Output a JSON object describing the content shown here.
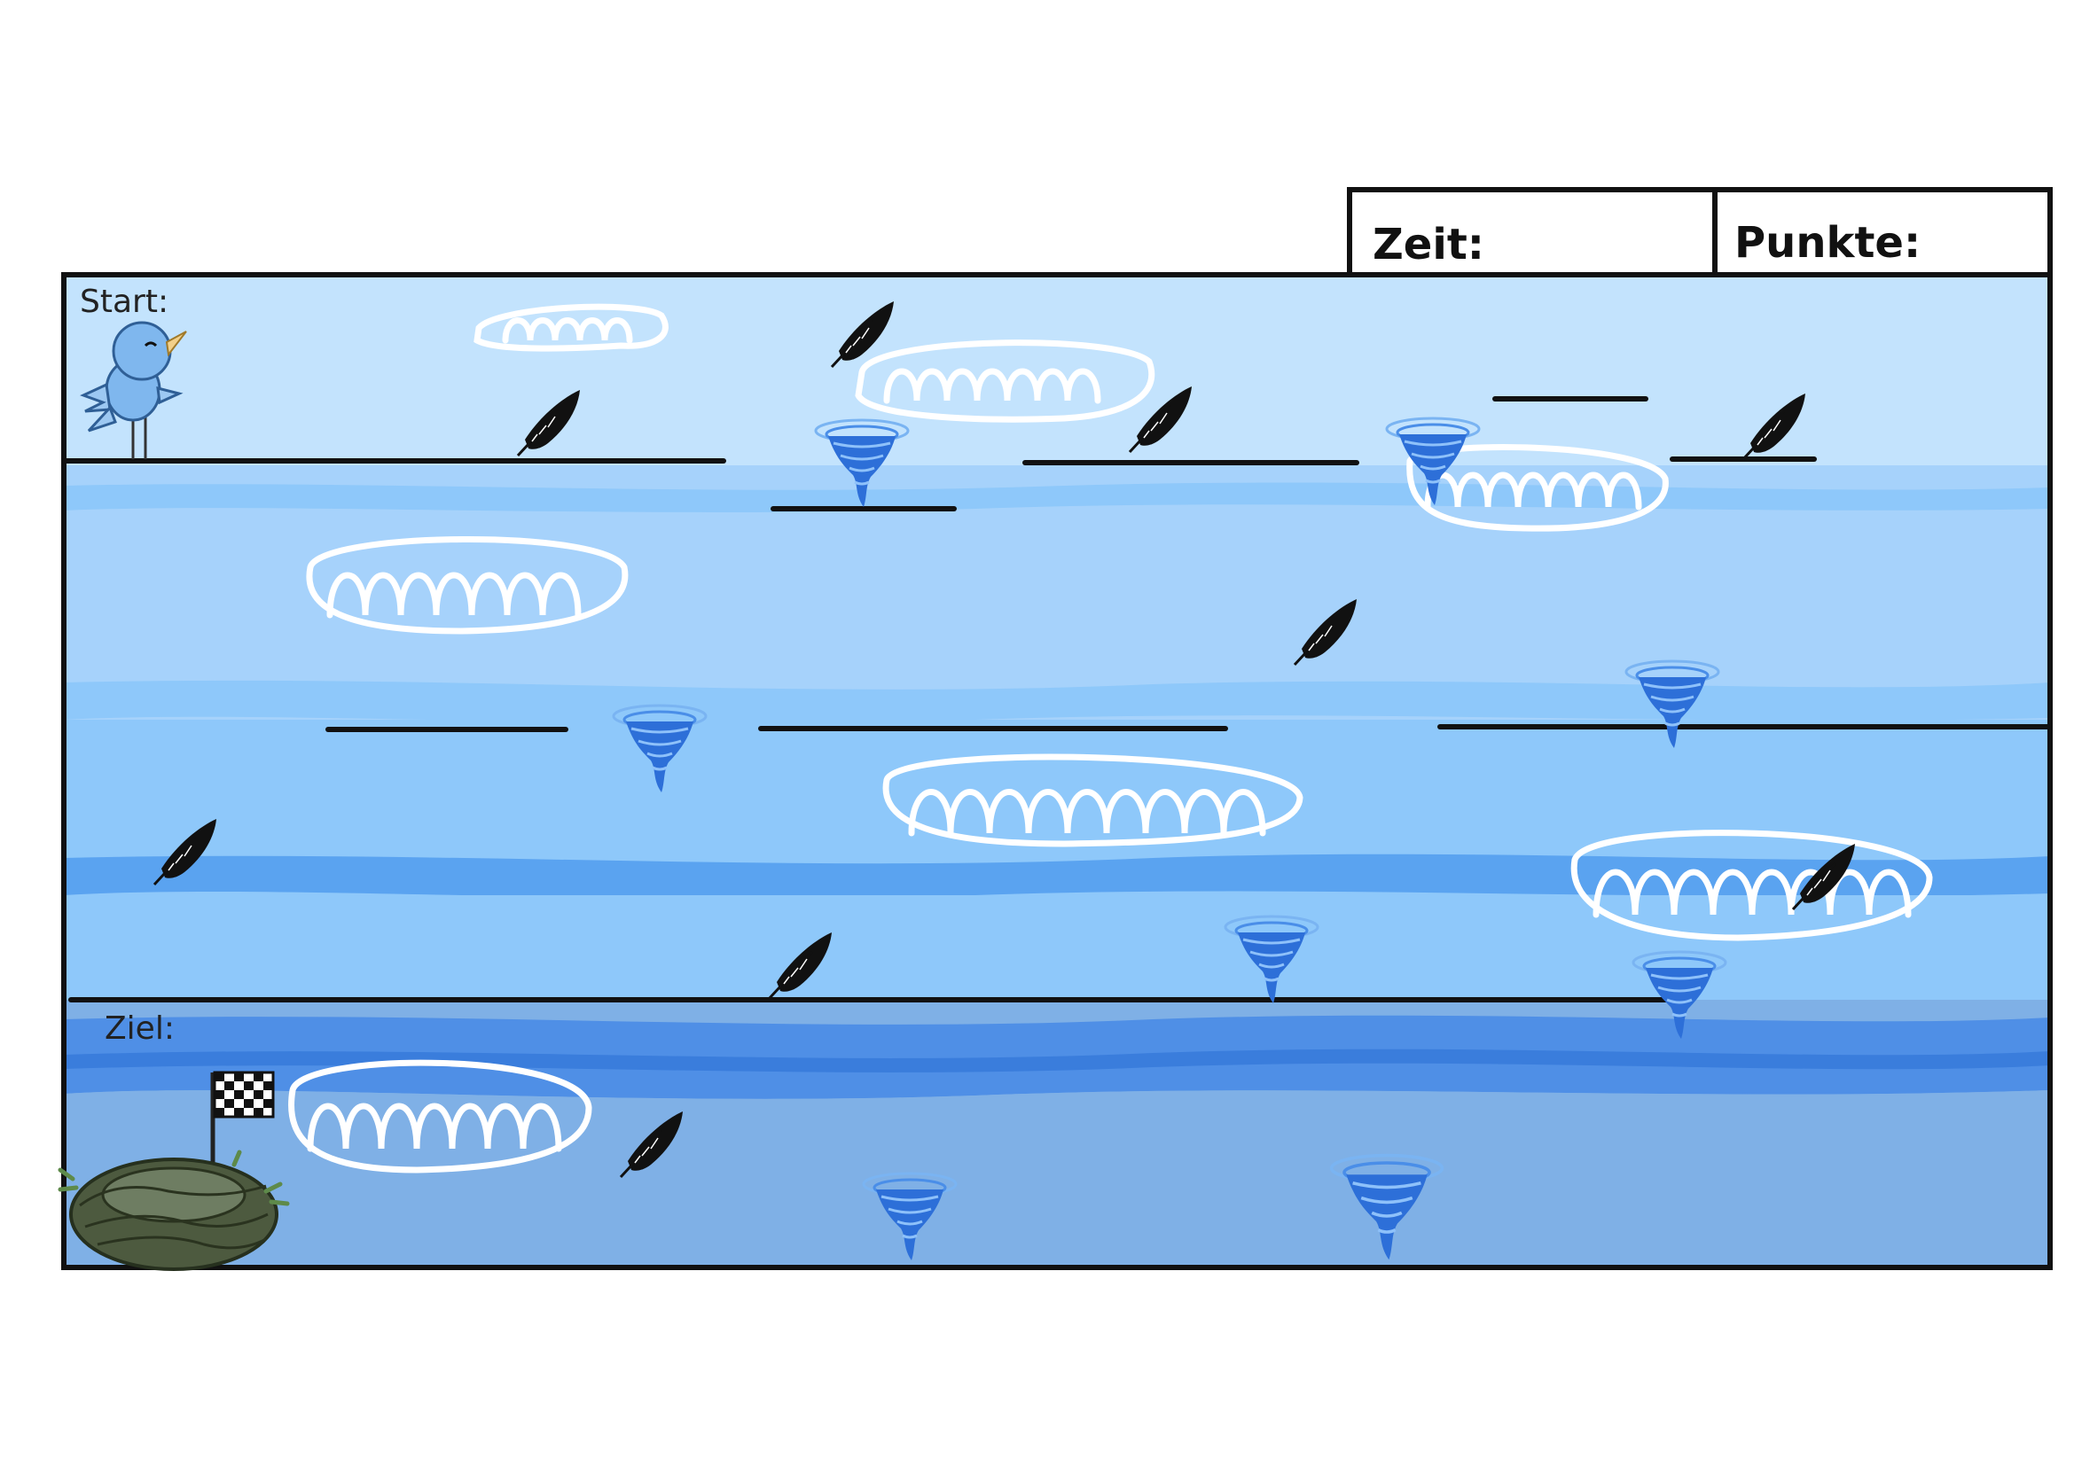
{
  "hud": {
    "time_label": "Zeit:",
    "points_label": "Punkte:"
  },
  "board": {
    "start_label": "Start:",
    "goal_label": "Ziel:"
  },
  "palette": {
    "sky_light": "#c3e3fd",
    "sky_mid": "#a6d2fb",
    "band_light": "#8ec8fa",
    "band_dark": "#5aa3f0",
    "stripe": "#4f8fe6",
    "bottom_band": "#7fb0e6",
    "outline": "#111111",
    "cloud": "#ffffff",
    "tornado": "#2d6fd8",
    "feather": "#111111"
  },
  "sprites": {
    "player": "bluebird-icon",
    "goal": "nest-with-checkered-flag-icon",
    "hazard": "tornado-icon",
    "collectible": "feather-icon",
    "obstacle": "cloud-scribble"
  }
}
